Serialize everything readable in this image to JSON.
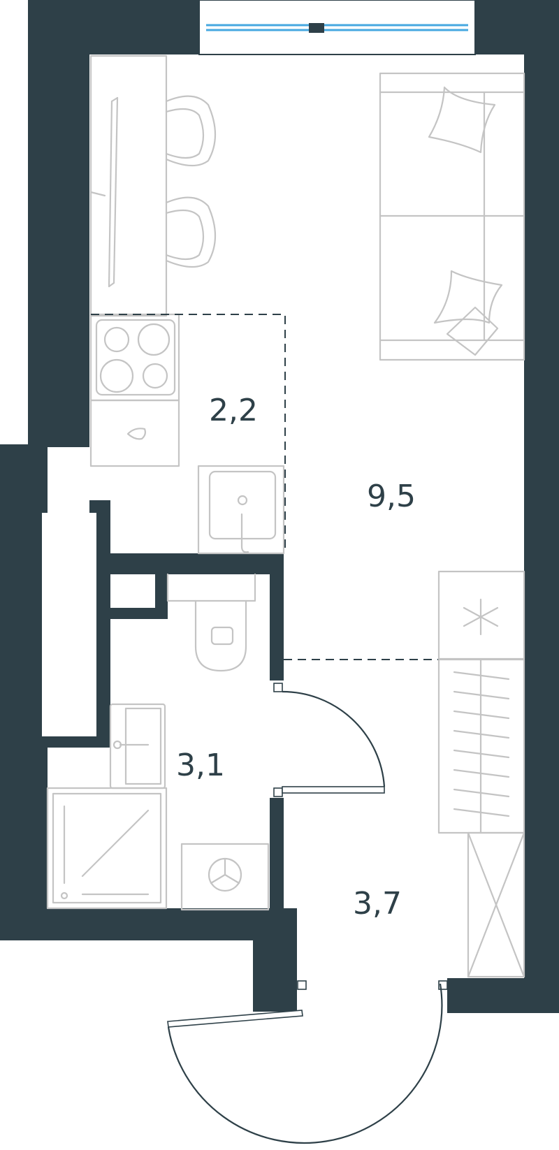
{
  "colors": {
    "wall": "#2e4048",
    "furniture": "#c4c4c4",
    "window_glass": "#46a8e0",
    "background": "#ffffff"
  },
  "rooms": [
    {
      "id": "kitchen",
      "area_label": "2,2"
    },
    {
      "id": "living",
      "area_label": "9,5"
    },
    {
      "id": "bathroom",
      "area_label": "3,1"
    },
    {
      "id": "hallway",
      "area_label": "3,7"
    }
  ],
  "icons": [
    "hob-icon",
    "oven-icon",
    "sink-icon",
    "toilet-icon",
    "washbasin-icon",
    "shower-icon",
    "washing-machine-icon",
    "snowflake-icon",
    "sofa-icon",
    "chair-icon",
    "table-icon",
    "wardrobe-icon"
  ]
}
